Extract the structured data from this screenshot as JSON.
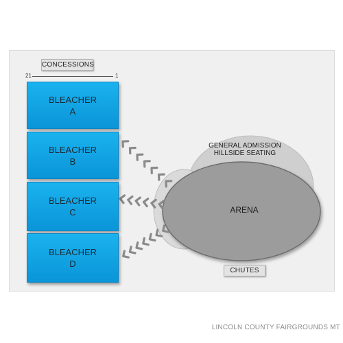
{
  "venue_title": "LINCOLN COUNTY FAIRGROUNDS MT",
  "concessions": "CONCESSIONS",
  "row_range": {
    "start": "21",
    "end": "1"
  },
  "bleachers": [
    {
      "label": "BLEACHER\nA"
    },
    {
      "label": "BLEACHER\nB"
    },
    {
      "label": "BLEACHER\nC"
    },
    {
      "label": "BLEACHER\nD"
    }
  ],
  "hillside": "GENERAL ADMISSION\nHILLSIDE SEATING",
  "arena": "ARENA",
  "chutes": "CHUTES",
  "colors": {
    "bleacher": "#13a9e9",
    "panel": "#f0f0f0",
    "arena": "#9c9c9c",
    "hillside": "#cfcfcf",
    "arrows": "#8a8a8a"
  },
  "icons": [
    "direction-arrow-icon"
  ]
}
